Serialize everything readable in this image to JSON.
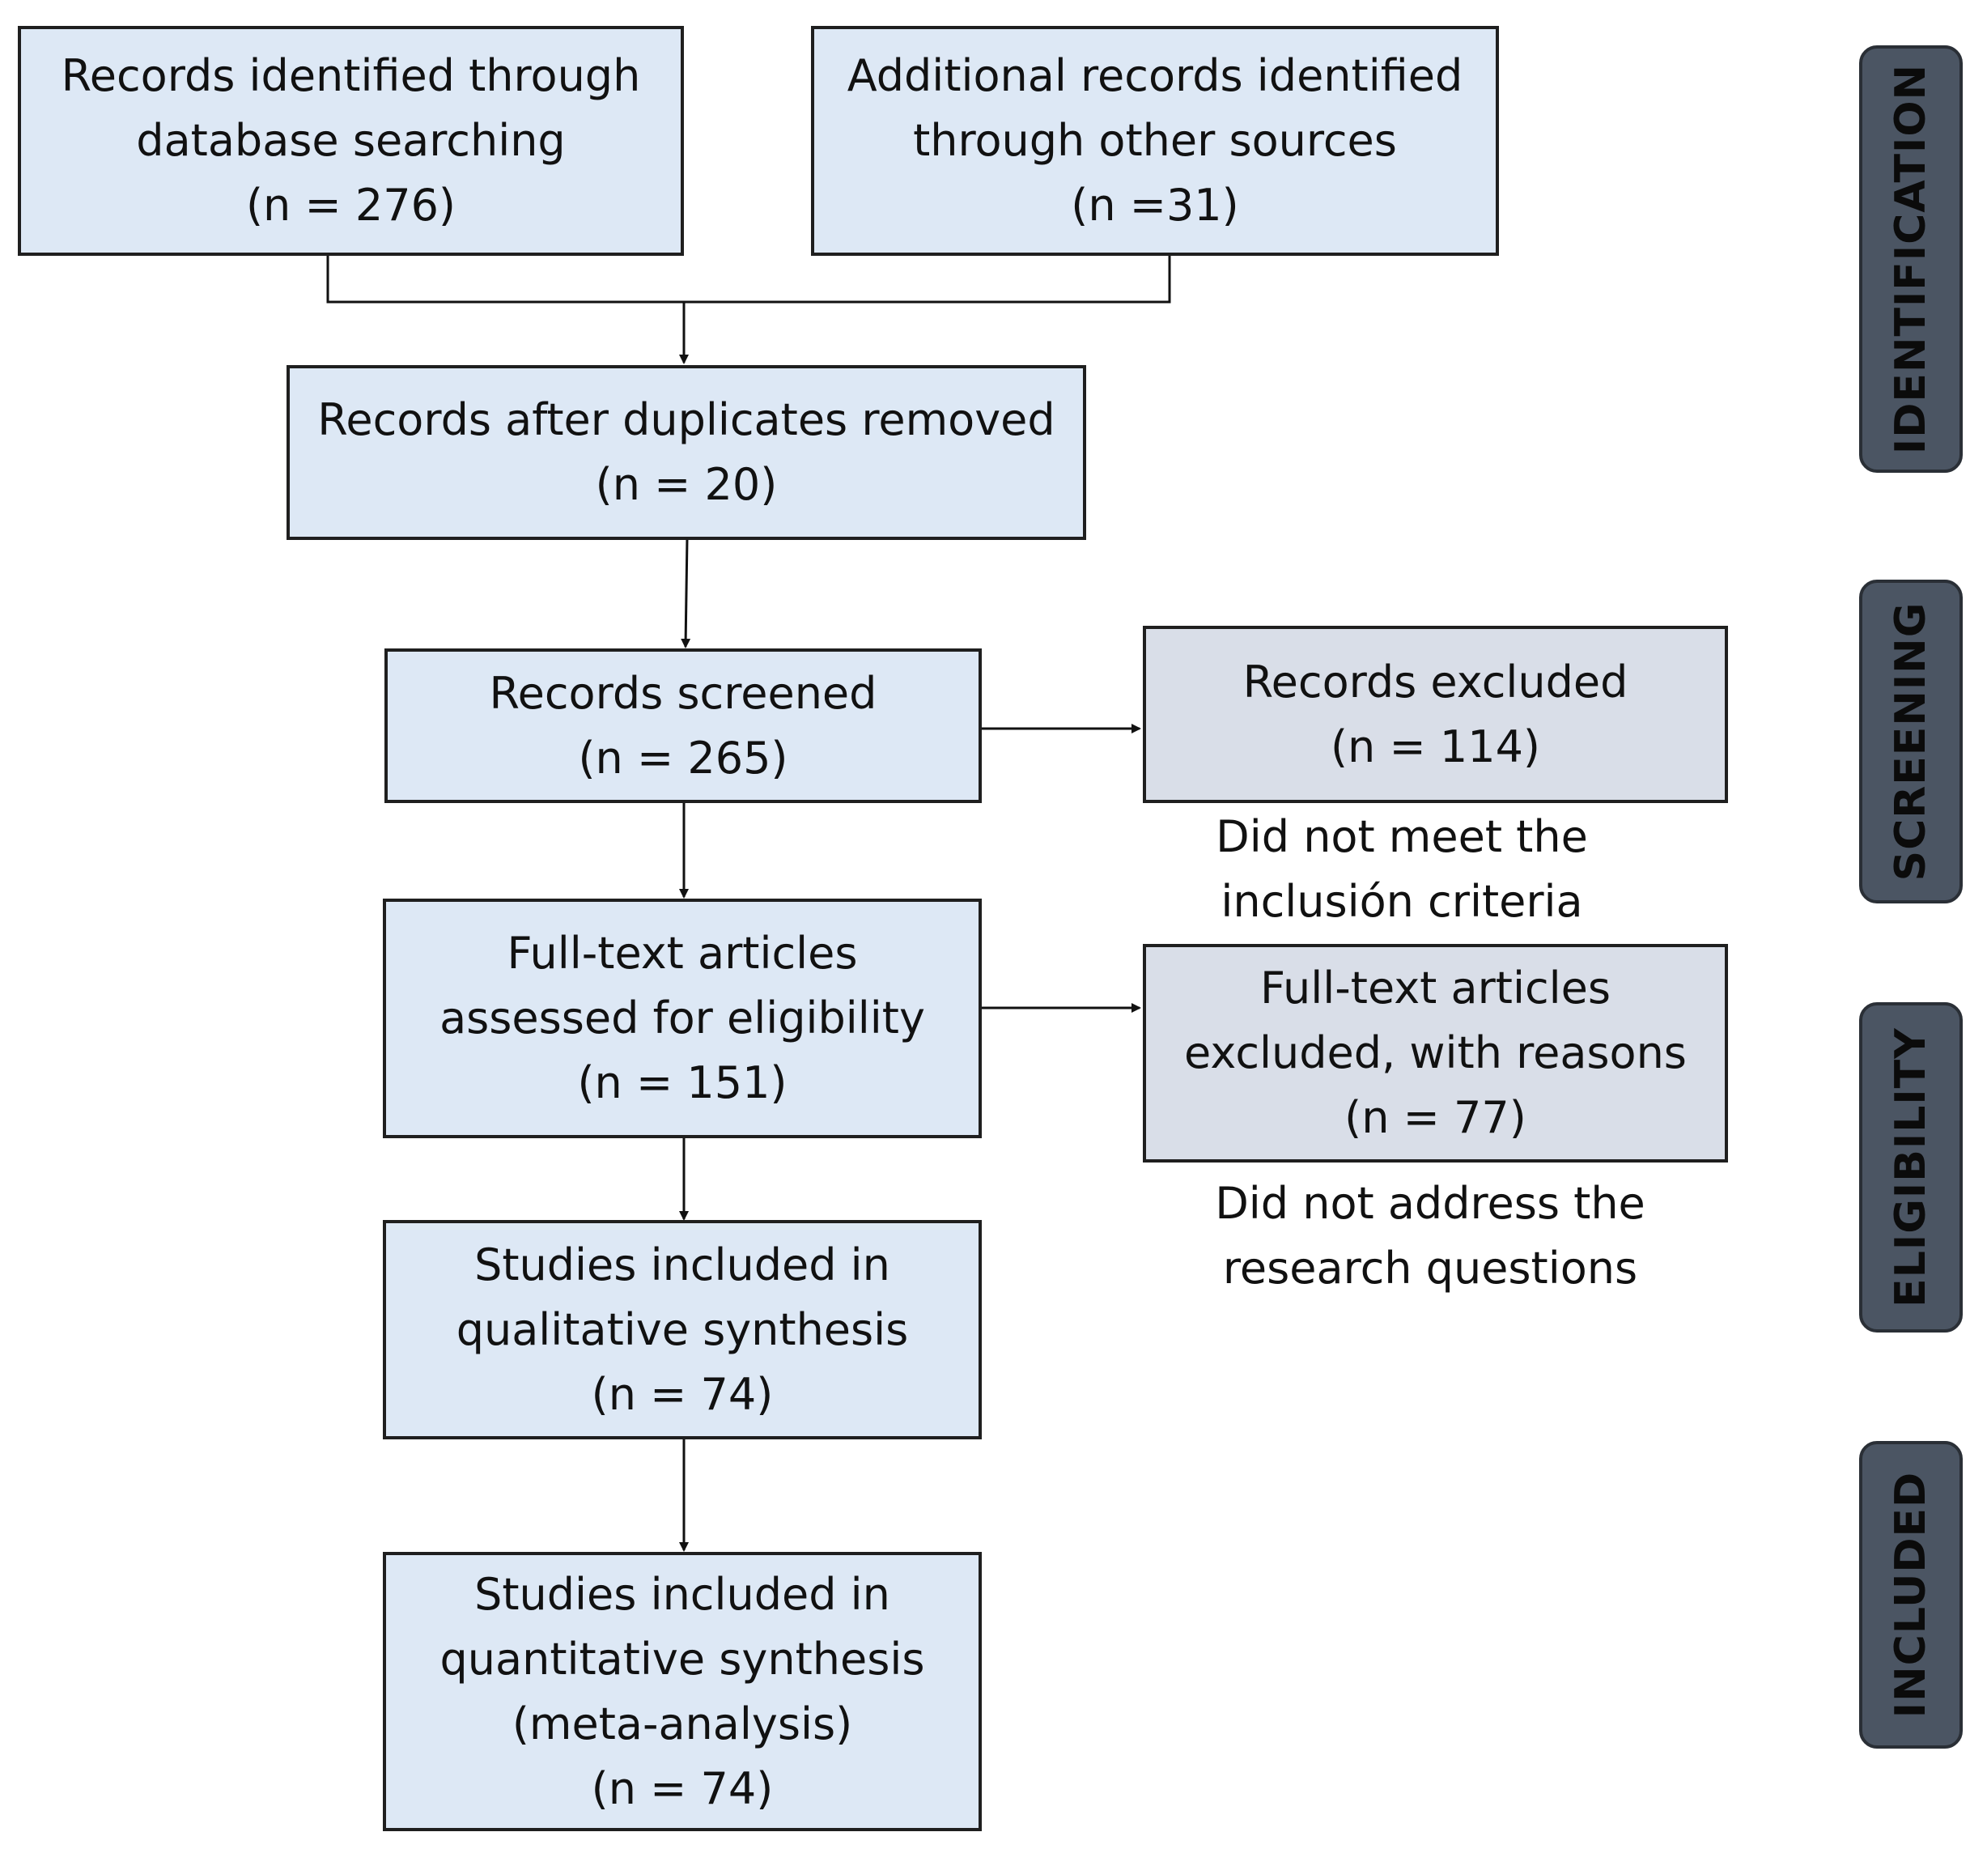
{
  "boxes": {
    "database_search": {
      "lines": [
        "Records identified through",
        "database searching",
        "(n = 276)"
      ]
    },
    "other_sources": {
      "lines": [
        "Additional records identified",
        "through other sources",
        "(n =31)"
      ]
    },
    "duplicates_removed": {
      "lines": [
        "Records after duplicates removed",
        "(n = 20)"
      ]
    },
    "screened": {
      "lines": [
        "Records screened",
        "(n = 265)"
      ]
    },
    "records_excluded": {
      "lines": [
        "Records excluded",
        "(n = 114)"
      ]
    },
    "full_text_assessed": {
      "lines": [
        "Full-text articles",
        "assessed for eligibility",
        "(n = 151)"
      ]
    },
    "full_text_excluded": {
      "lines": [
        "Full-text articles",
        "excluded, with reasons",
        "(n = 77)"
      ]
    },
    "qualitative": {
      "lines": [
        "Studies included in",
        "qualitative synthesis",
        "(n = 74)"
      ]
    },
    "quantitative": {
      "lines": [
        "Studies included in",
        "quantitative synthesis",
        "(meta-analysis)",
        "(n = 74)"
      ]
    }
  },
  "notes": {
    "screening_reason": [
      "Did not meet the",
      "inclusión criteria"
    ],
    "eligibility_reason": [
      "Did not address the",
      "research questions"
    ]
  },
  "stages": {
    "identification": "IDENTIFICATION",
    "screening": "SCREENING",
    "eligibility": "ELIGIBILITY",
    "included": "INCLUDED"
  },
  "colors": {
    "main_box_fill": "#dde8f5",
    "excluded_box_fill": "#d9dee8",
    "stage_fill": "#4b5563",
    "border": "#1f1f1f"
  }
}
